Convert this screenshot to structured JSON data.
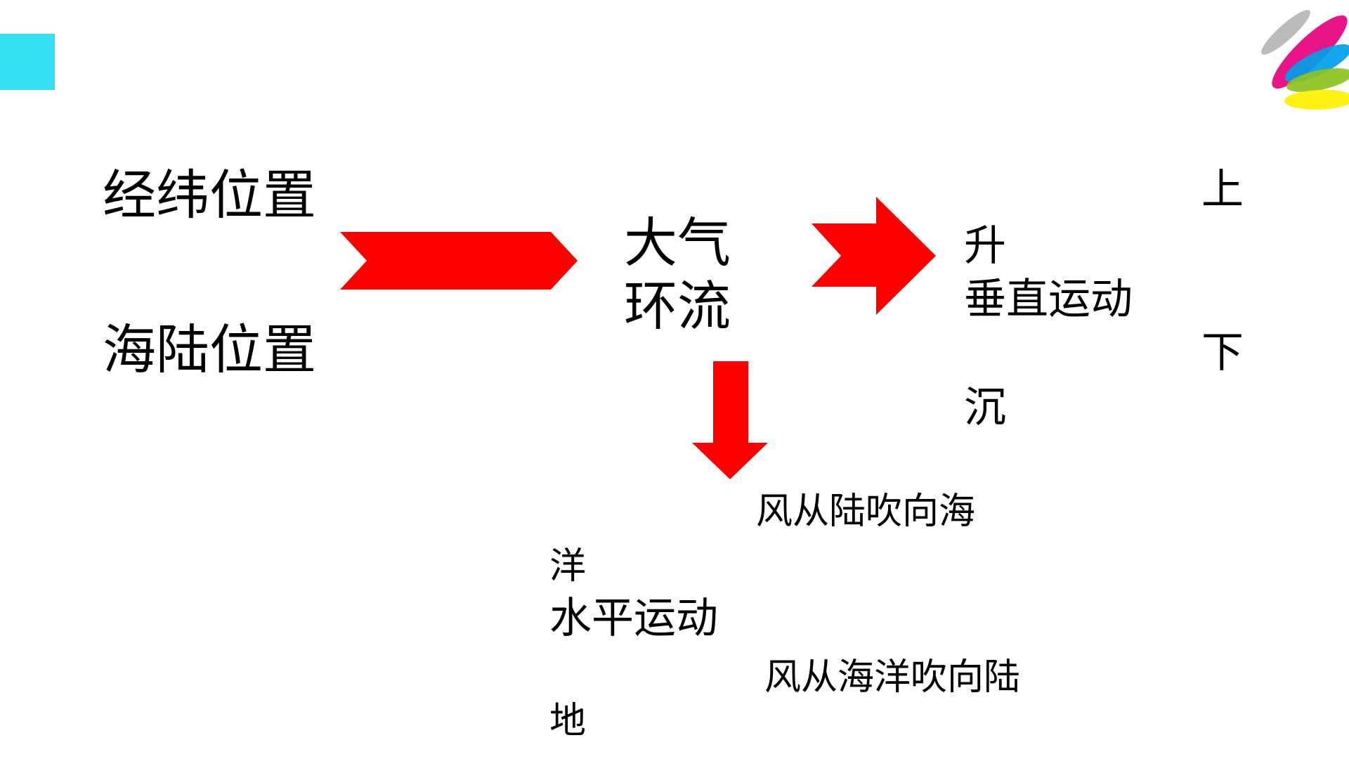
{
  "colors": {
    "accent_square": "#36E0F4",
    "arrow": "#FF0000",
    "text": "#000000",
    "logo_gray": "#B5B5B5",
    "logo_magenta": "#E6007E",
    "logo_blue": "#00A0E9",
    "logo_green": "#8DC21F",
    "logo_yellow": "#FFF100"
  },
  "icons": {
    "logo": "color-feather-logo-icon",
    "arrow_1": "chevron-arrow-right-icon",
    "arrow_2": "block-arrow-right-icon",
    "arrow_3": "block-arrow-down-icon"
  },
  "left": {
    "factor_1": "经纬位置",
    "factor_2": "海陆位置"
  },
  "center": {
    "line_1": "大气",
    "line_2": "环流"
  },
  "vertical": {
    "up_tail": "升",
    "label": "垂直运动",
    "down_tail": "沉",
    "up_head": "上",
    "down_head": "下"
  },
  "horizontal": {
    "land_to_sea_head": "风从陆吹向海",
    "land_to_sea_tail": "洋",
    "label": "水平运动",
    "sea_to_land_head": "风从海洋吹向陆",
    "sea_to_land_tail": "地"
  }
}
